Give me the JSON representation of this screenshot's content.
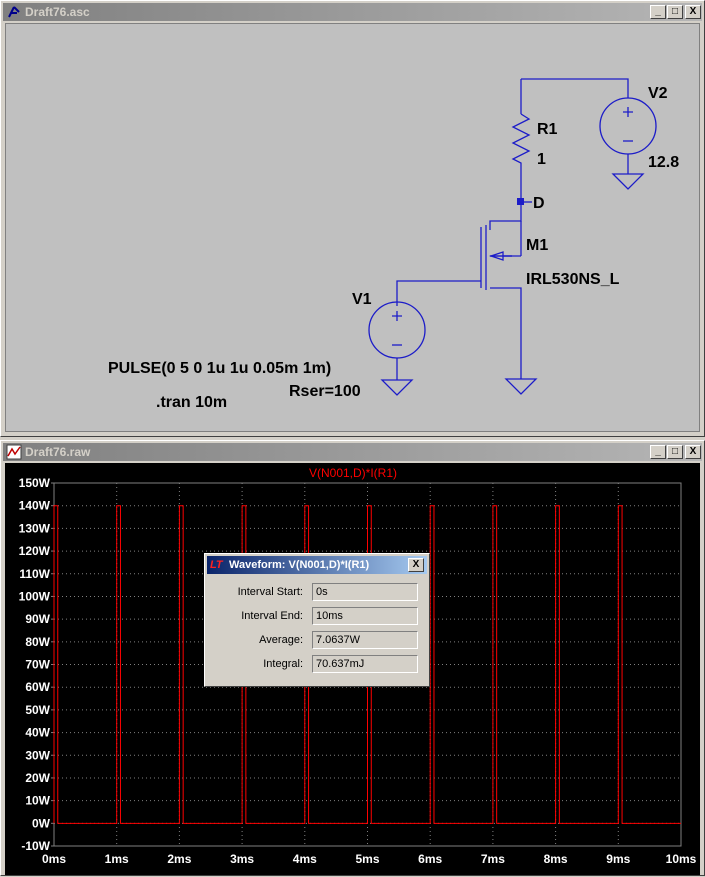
{
  "schematic_window": {
    "title": "Draft76.asc",
    "buttons": {
      "minimize": "_",
      "maximize": "□",
      "close": "X"
    },
    "components": {
      "r1": {
        "name": "R1",
        "value": "1"
      },
      "v2": {
        "name": "V2",
        "value": "12.8"
      },
      "node_d": "D",
      "m1": {
        "name": "M1",
        "value": "IRL530NS_L"
      },
      "v1": {
        "name": "V1",
        "value": "PULSE(0 5 0 1u 1u 0.05m 1m)",
        "rser": "Rser=100"
      }
    },
    "directive": ".tran 10m",
    "wire_color": "#1c1cc8"
  },
  "waveform_window": {
    "title": "Draft76.raw",
    "buttons": {
      "minimize": "_",
      "maximize": "□",
      "close": "X"
    }
  },
  "chart_data": {
    "type": "line",
    "title": "V(N001,D)*I(R1)",
    "series_color": "#ff0000",
    "y_tick_labels": [
      "150W",
      "140W",
      "130W",
      "120W",
      "110W",
      "100W",
      "90W",
      "80W",
      "70W",
      "60W",
      "50W",
      "40W",
      "30W",
      "20W",
      "10W",
      "0W",
      "-10W"
    ],
    "x_tick_labels": [
      "0ms",
      "1ms",
      "2ms",
      "3ms",
      "4ms",
      "5ms",
      "6ms",
      "7ms",
      "8ms",
      "9ms",
      "10ms"
    ],
    "ylim": [
      -10,
      150
    ],
    "xlim": [
      0,
      10
    ],
    "pulse_value": 140,
    "pulse_width": 0.05,
    "period": 1,
    "x_unit": "ms",
    "y_unit": "W",
    "grid": true
  },
  "measure_dialog": {
    "title": "Waveform: V(N001,D)*I(R1)",
    "close": "X",
    "fields": [
      {
        "label": "Interval Start:",
        "value": "0s"
      },
      {
        "label": "Interval End:",
        "value": "10ms"
      },
      {
        "label": "Average:",
        "value": "7.0637W"
      },
      {
        "label": "Integral:",
        "value": "70.637mJ"
      }
    ]
  }
}
